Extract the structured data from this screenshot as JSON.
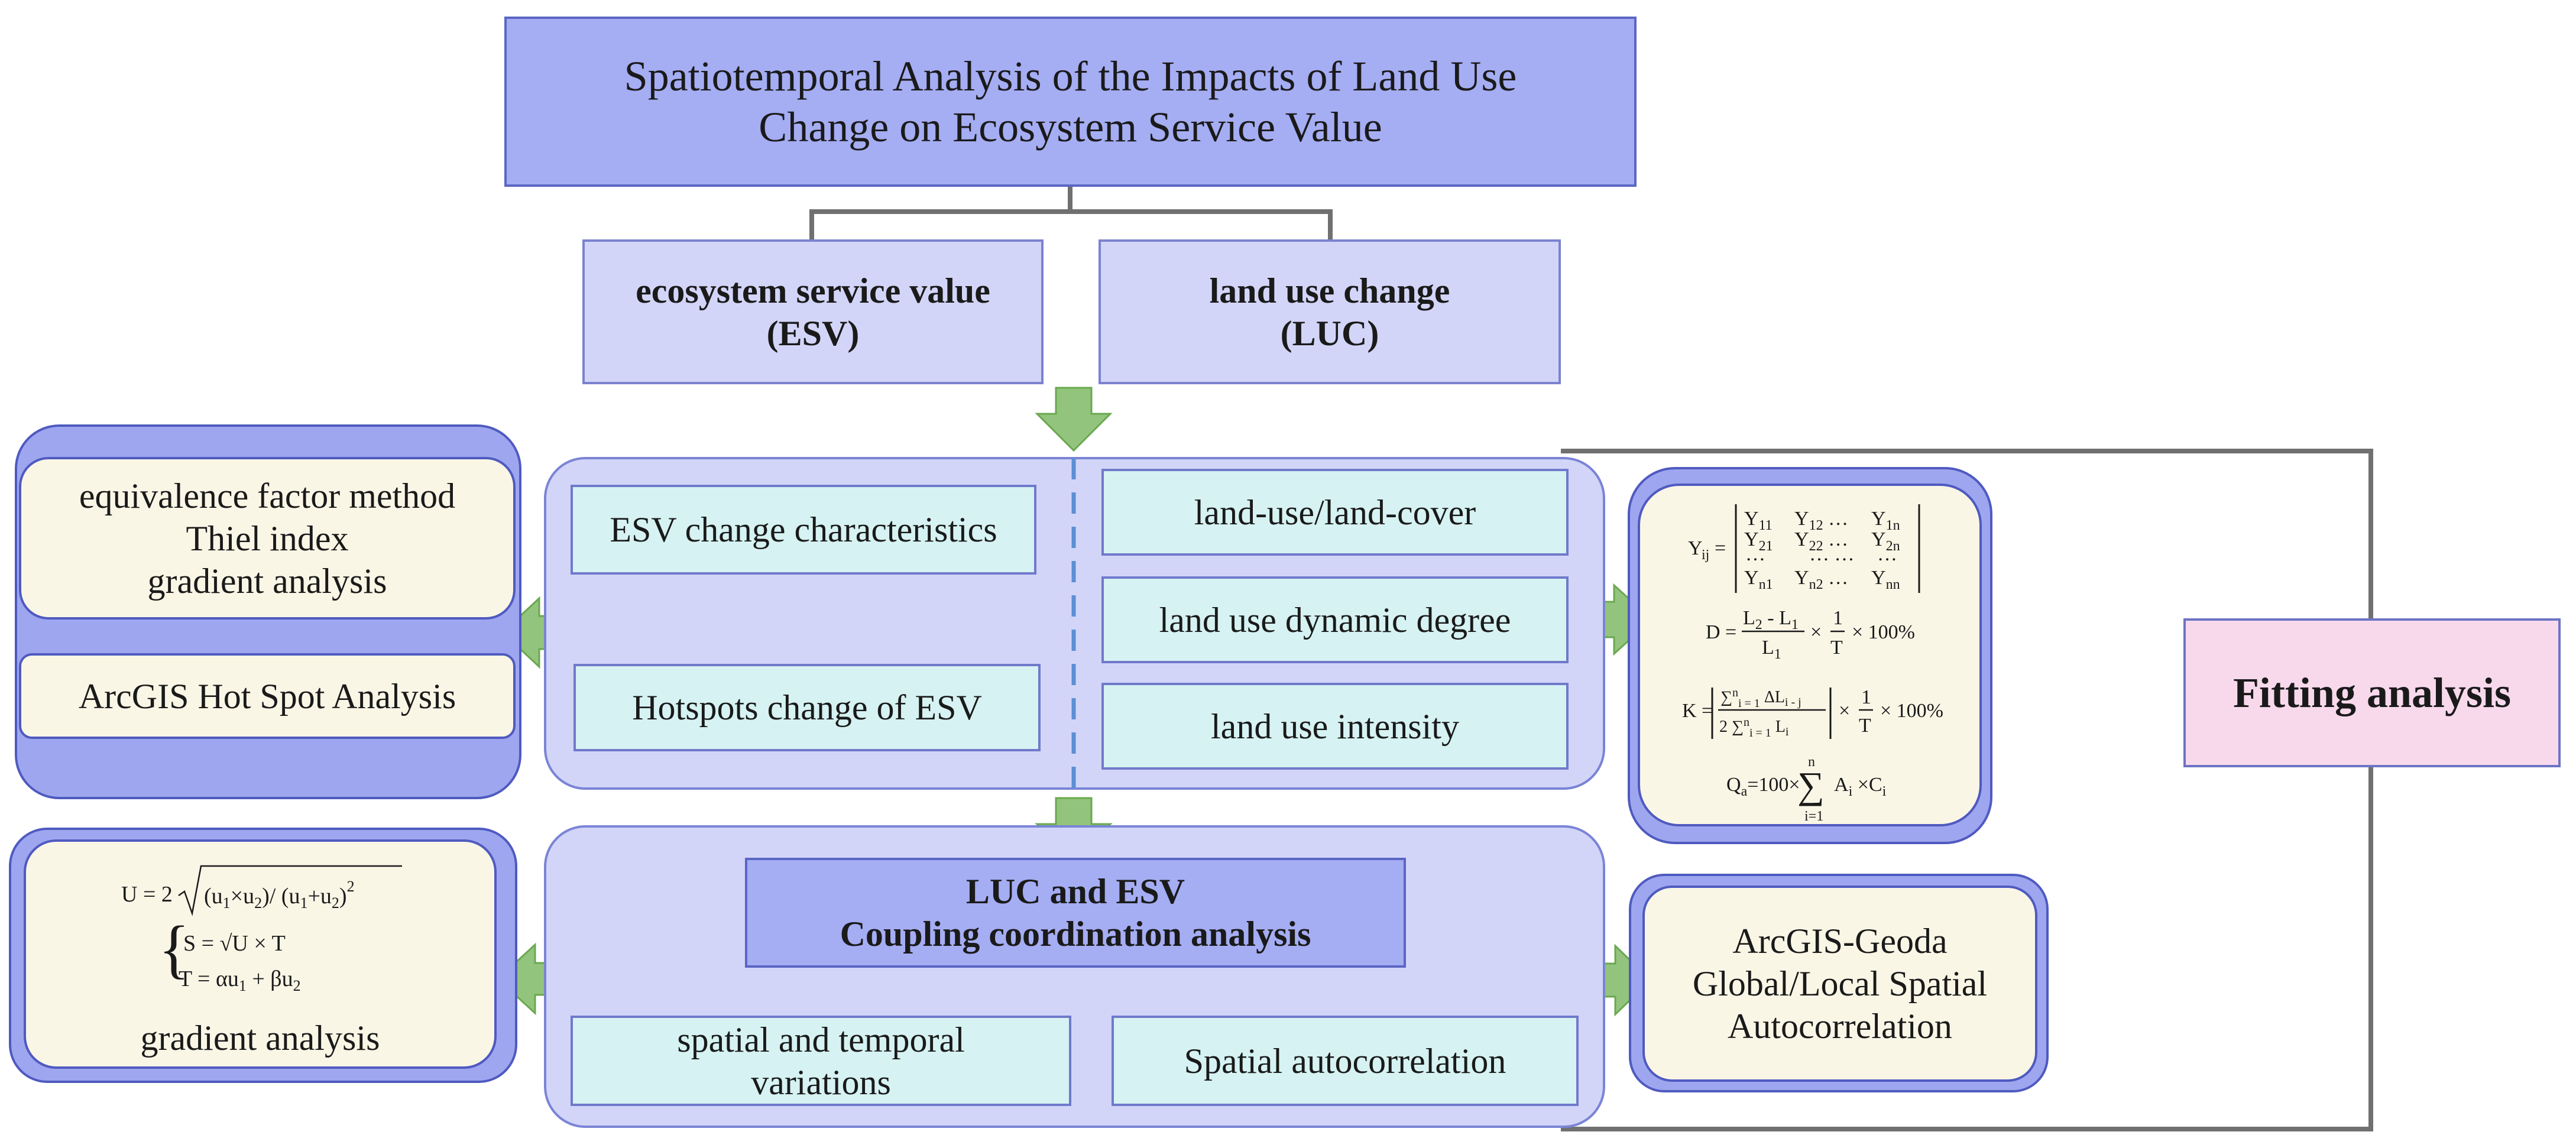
{
  "title": "Spatiotemporal Analysis of the Impacts of Land Use\nChange on Ecosystem Service Value",
  "esv_header": "ecosystem service value\n(ESV)",
  "luc_header": "land use change\n(LUC)",
  "left_top_methods": "equivalence factor method\nThiel index\ngradient analysis",
  "left_hotspot": "ArcGIS Hot Spot Analysis",
  "esv_change": "ESV change characteristics",
  "hotspots_change": "Hotspots change of ESV",
  "lulc": "land-use/land-cover",
  "dynamic_degree": "land use dynamic degree",
  "intensity": "land use intensity",
  "coupling": "LUC and ESV\nCoupling coordination analysis",
  "spatial_temporal": "spatial and temporal\nvariations",
  "spatial_autocorr": "Spatial autocorrelation",
  "arcgis_geoda": "ArcGIS-Geoda\nGlobal/Local Spatial\nAutocorrelation",
  "left_bottom_gradient": "gradient analysis",
  "fitting": "Fitting analysis",
  "colors": {
    "title_fill": "#a5adf3",
    "panel_fill": "#d3d5f8",
    "teal_fill": "#d6f2f2",
    "cream_fill": "#faf6e6",
    "fit_fill": "#f8d9ec",
    "arrow_green": "#93c47d",
    "dashed_line": "#5b8fd6",
    "connector": "#707070"
  }
}
